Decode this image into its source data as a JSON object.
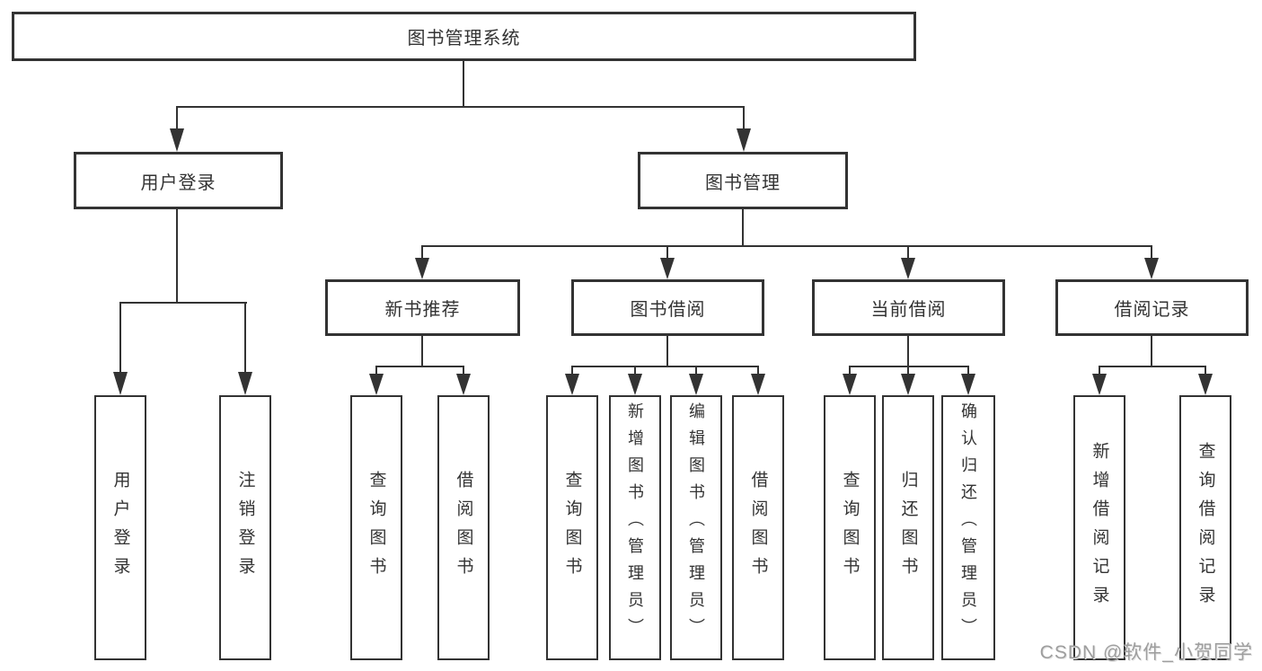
{
  "diagram": {
    "root_label": "图书管理系统",
    "children": [
      {
        "label": "用户登录",
        "children": [
          {
            "label": "用户登录"
          },
          {
            "label": "注销登录"
          }
        ]
      },
      {
        "label": "图书管理",
        "children": [
          {
            "label": "新书推荐",
            "children": [
              {
                "label": "查询图书"
              },
              {
                "label": "借阅图书"
              }
            ]
          },
          {
            "label": "图书借阅",
            "children": [
              {
                "label": "查询图书"
              },
              {
                "label": "新增图书（管理员）"
              },
              {
                "label": "编辑图书（管理员）"
              },
              {
                "label": "借阅图书"
              }
            ]
          },
          {
            "label": "当前借阅",
            "children": [
              {
                "label": "查询图书"
              },
              {
                "label": "归还图书"
              },
              {
                "label": "确认归还（管理员）"
              }
            ]
          },
          {
            "label": "借阅记录",
            "children": [
              {
                "label": "新增借阅记录"
              },
              {
                "label": "查询借阅记录"
              }
            ]
          }
        ]
      }
    ]
  },
  "watermark": {
    "text": "CSDN @软件_小贺同学"
  },
  "colors": {
    "line": "#333333",
    "box_border": "#333333",
    "box_fill": "#ffffff",
    "text": "#333333",
    "watermark": "#9e9e9e",
    "background": "#ffffff"
  }
}
